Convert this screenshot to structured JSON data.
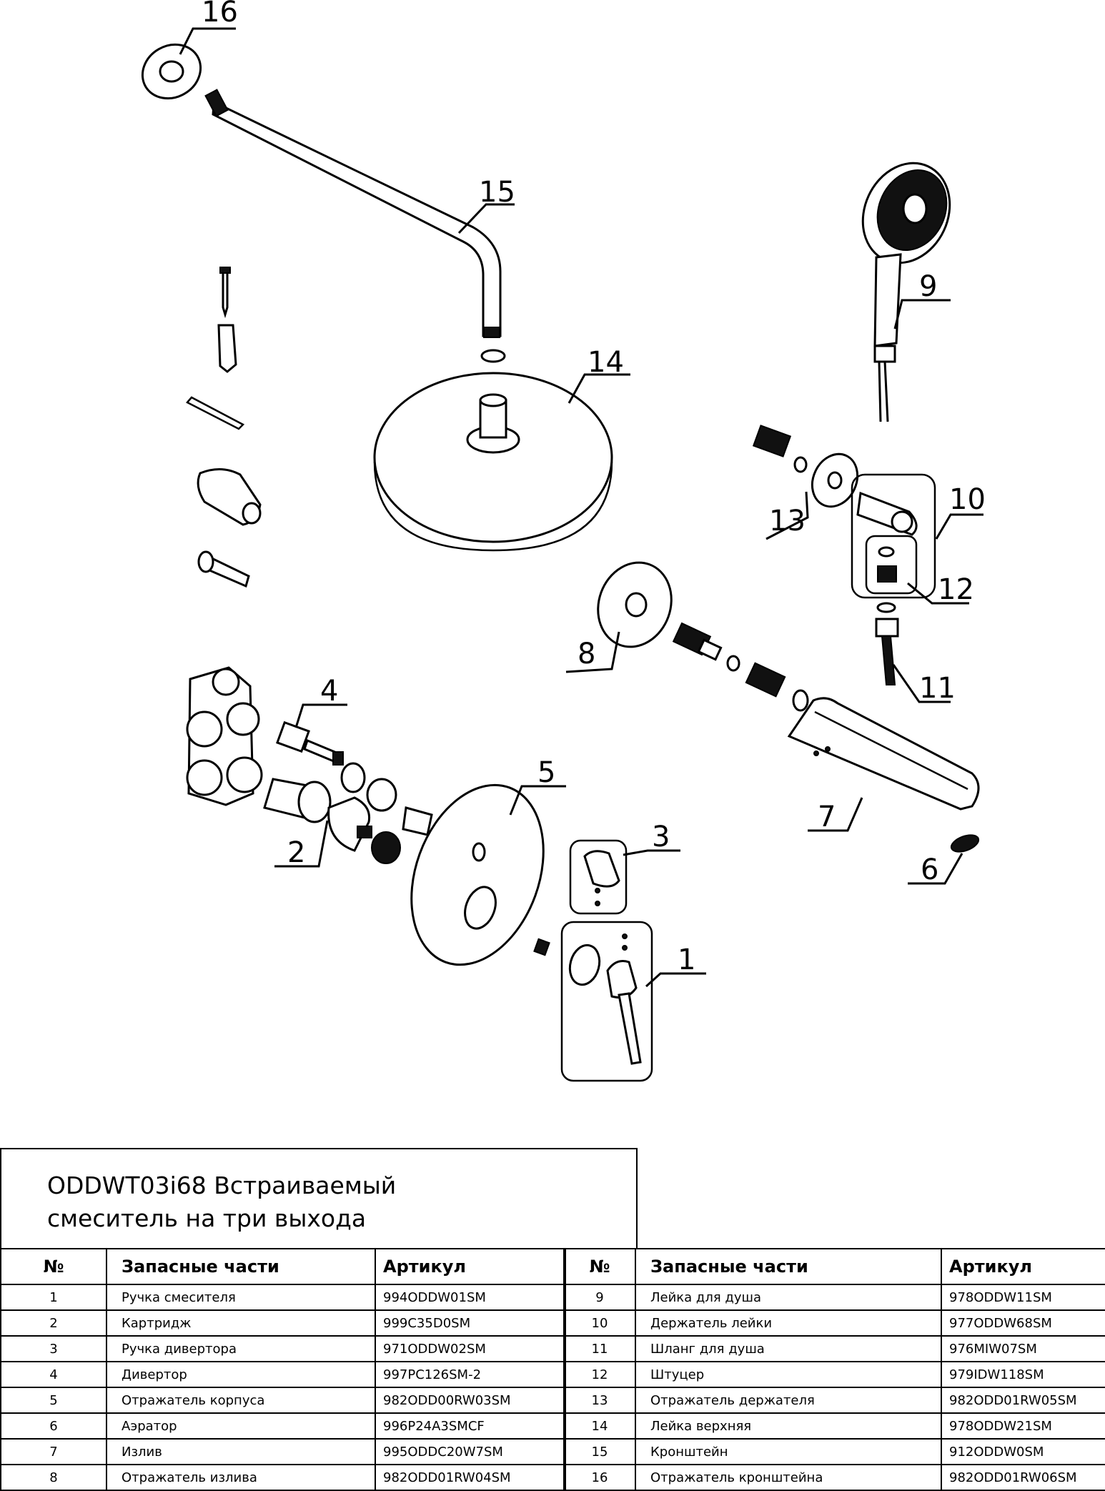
{
  "callouts": [
    "1",
    "2",
    "3",
    "4",
    "5",
    "6",
    "7",
    "8",
    "9",
    "10",
    "11",
    "12",
    "13",
    "14",
    "15",
    "16"
  ],
  "title": {
    "line1": "ODDWT03i68 Встраиваемый",
    "line2": "смеситель на три выхода"
  },
  "table": {
    "headers": {
      "no": "№",
      "name": "Запасные части",
      "article": "Артикул"
    },
    "left": [
      {
        "no": "1",
        "name": "Ручка смесителя",
        "article": "994ODDW01SM"
      },
      {
        "no": "2",
        "name": "Картридж",
        "article": "999C35D0SM"
      },
      {
        "no": "3",
        "name": "Ручка дивертора",
        "article": "971ODDW02SM"
      },
      {
        "no": "4",
        "name": "Дивертор",
        "article": "997PC126SM-2"
      },
      {
        "no": "5",
        "name": "Отражатель корпуса",
        "article": "982ODD00RW03SM"
      },
      {
        "no": "6",
        "name": "Аэратор",
        "article": "996P24A3SMCF"
      },
      {
        "no": "7",
        "name": "Излив",
        "article": "995ODDC20W7SM"
      },
      {
        "no": "8",
        "name": "Отражатель излива",
        "article": "982ODD01RW04SM"
      }
    ],
    "right": [
      {
        "no": "9",
        "name": "Лейка для душа",
        "article": "978ODDW11SM"
      },
      {
        "no": "10",
        "name": "Держатель лейки",
        "article": "977ODDW68SM"
      },
      {
        "no": "11",
        "name": "Шланг для душа",
        "article": "976MIW07SM"
      },
      {
        "no": "12",
        "name": "Штуцер",
        "article": "979IDW118SM"
      },
      {
        "no": "13",
        "name": "Отражатель держателя",
        "article": "982ODD01RW05SM"
      },
      {
        "no": "14",
        "name": "Лейка верхняя",
        "article": "978ODDW21SM"
      },
      {
        "no": "15",
        "name": "Кронштейн",
        "article": "912ODDW0SM"
      },
      {
        "no": "16",
        "name": "Отражатель кронштейна",
        "article": "982ODD01RW06SM"
      }
    ]
  }
}
